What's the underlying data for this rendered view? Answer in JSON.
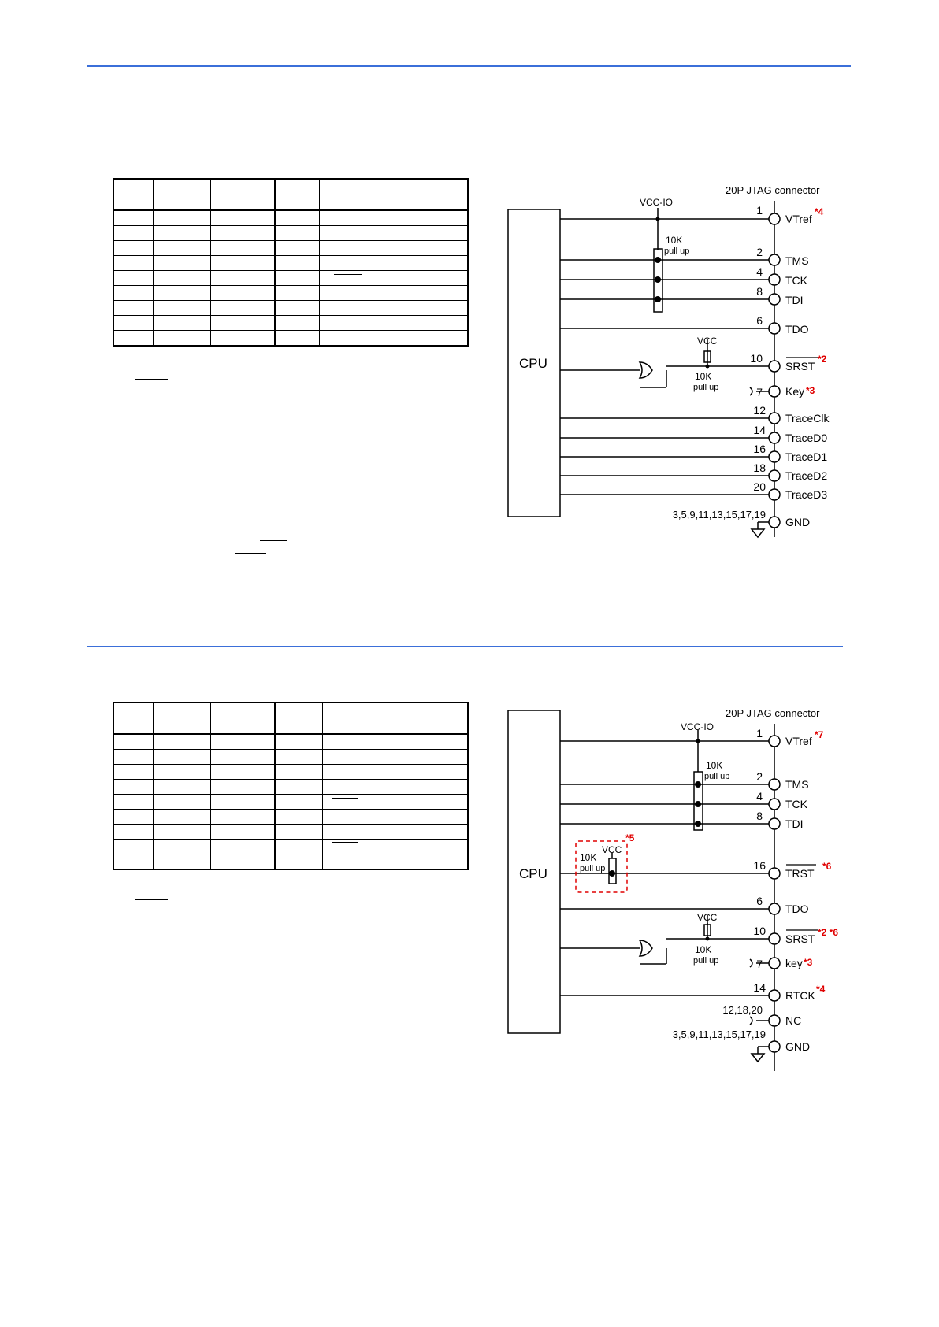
{
  "colors": {
    "accent_rule": "#3b6fd9",
    "section_rule": "#3b6fd9",
    "note_red": "#e00000"
  },
  "diagram1": {
    "connector_title": "20P JTAG connector",
    "cpu_label": "CPU",
    "vcc_io_label": "VCC-IO",
    "vcc_label": "VCC",
    "resistor_label_top": "10K",
    "resistor_label_bottom": "pull up",
    "gnd_pins": "3,5,9,11,13,15,17,19",
    "pins": [
      {
        "num": "1",
        "name": "VTref",
        "note": "*4"
      },
      {
        "num": "2",
        "name": "TMS",
        "note": ""
      },
      {
        "num": "4",
        "name": "TCK",
        "note": ""
      },
      {
        "num": "8",
        "name": "TDI",
        "note": ""
      },
      {
        "num": "6",
        "name": "TDO",
        "note": ""
      },
      {
        "num": "10",
        "name": "SRST",
        "note": "*2"
      },
      {
        "num": "7",
        "name": "Key",
        "note": "*3"
      },
      {
        "num": "12",
        "name": "TraceClk",
        "note": ""
      },
      {
        "num": "14",
        "name": "TraceD0",
        "note": ""
      },
      {
        "num": "16",
        "name": "TraceD1",
        "note": ""
      },
      {
        "num": "18",
        "name": "TraceD2",
        "note": ""
      },
      {
        "num": "20",
        "name": "TraceD3",
        "note": ""
      },
      {
        "num": "",
        "name": "GND",
        "note": ""
      }
    ]
  },
  "diagram2": {
    "connector_title": "20P JTAG connector",
    "cpu_label": "CPU",
    "vcc_io_label": "VCC-IO",
    "vcc_label": "VCC",
    "resistor_label_top": "10K",
    "resistor_label_bottom": "pull up",
    "trst_box_note": "*5",
    "nc_pins": "12,18,20",
    "gnd_pins": "3,5,9,11,13,15,17,19",
    "pins": [
      {
        "num": "1",
        "name": "VTref",
        "note": "*7"
      },
      {
        "num": "2",
        "name": "TMS",
        "note": ""
      },
      {
        "num": "4",
        "name": "TCK",
        "note": ""
      },
      {
        "num": "8",
        "name": "TDI",
        "note": ""
      },
      {
        "num": "16",
        "name": "TRST",
        "note": "*6"
      },
      {
        "num": "6",
        "name": "TDO",
        "note": ""
      },
      {
        "num": "10",
        "name": "SRST",
        "note": "*2 *6"
      },
      {
        "num": "7",
        "name": "key",
        "note": "*3"
      },
      {
        "num": "14",
        "name": "RTCK",
        "note": "*4"
      },
      {
        "num": "",
        "name": "NC",
        "note": ""
      },
      {
        "num": "",
        "name": "GND",
        "note": ""
      }
    ]
  }
}
